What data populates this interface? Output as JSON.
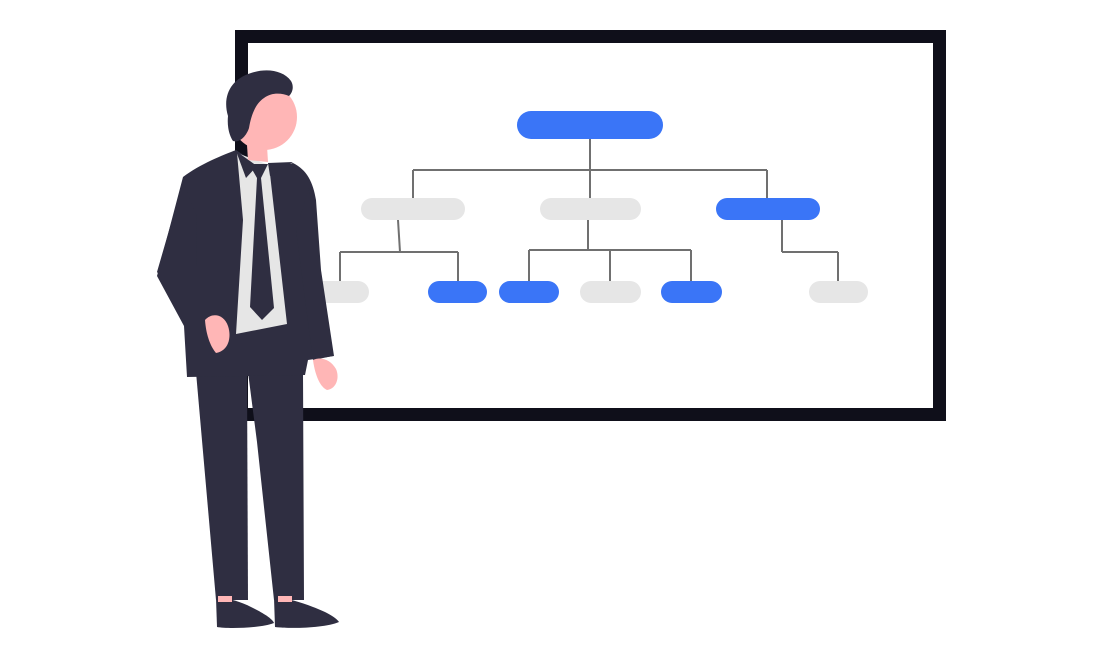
{
  "illustration": {
    "board": {
      "frame_color": "#0f0f1a",
      "surface_color": "#ffffff"
    },
    "org_chart": {
      "connector_color": "#707070",
      "highlight_color": "#3a75f7",
      "muted_color": "#e6e6e6",
      "nodes": [
        {
          "id": "root",
          "level": 0,
          "highlighted": true
        },
        {
          "id": "branch-left",
          "level": 1,
          "highlighted": false
        },
        {
          "id": "branch-center",
          "level": 1,
          "highlighted": false
        },
        {
          "id": "branch-right",
          "level": 1,
          "highlighted": true
        },
        {
          "id": "leaf-left-1",
          "level": 2,
          "highlighted": false
        },
        {
          "id": "leaf-left-2",
          "level": 2,
          "highlighted": true
        },
        {
          "id": "leaf-center-1",
          "level": 2,
          "highlighted": true
        },
        {
          "id": "leaf-center-2",
          "level": 2,
          "highlighted": false
        },
        {
          "id": "leaf-center-3",
          "level": 2,
          "highlighted": true
        },
        {
          "id": "leaf-right-1",
          "level": 2,
          "highlighted": false
        }
      ]
    },
    "person": {
      "suit_color": "#2f2e41",
      "skin_color": "#ffb6b6",
      "shirt_color": "#e6e6e6",
      "hair_color": "#2f2e41"
    }
  }
}
